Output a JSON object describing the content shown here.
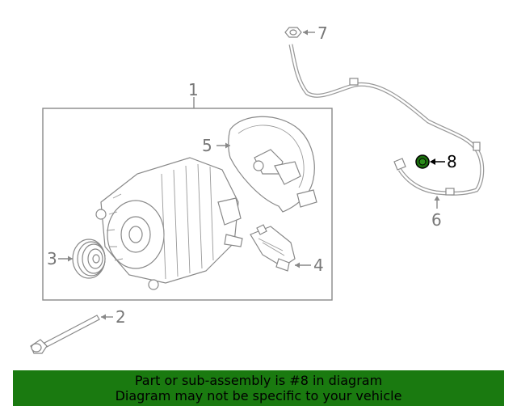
{
  "callouts": {
    "c1": "1",
    "c2": "2",
    "c3": "3",
    "c4": "4",
    "c5": "5",
    "c6": "6",
    "c7": "7",
    "c8": "8"
  },
  "highlighted_callout": "8",
  "banner": {
    "line1": "Part or sub-assembly is #8 in diagram",
    "line2": "Diagram may not be specific to your vehicle",
    "background": "#1a7a10"
  }
}
